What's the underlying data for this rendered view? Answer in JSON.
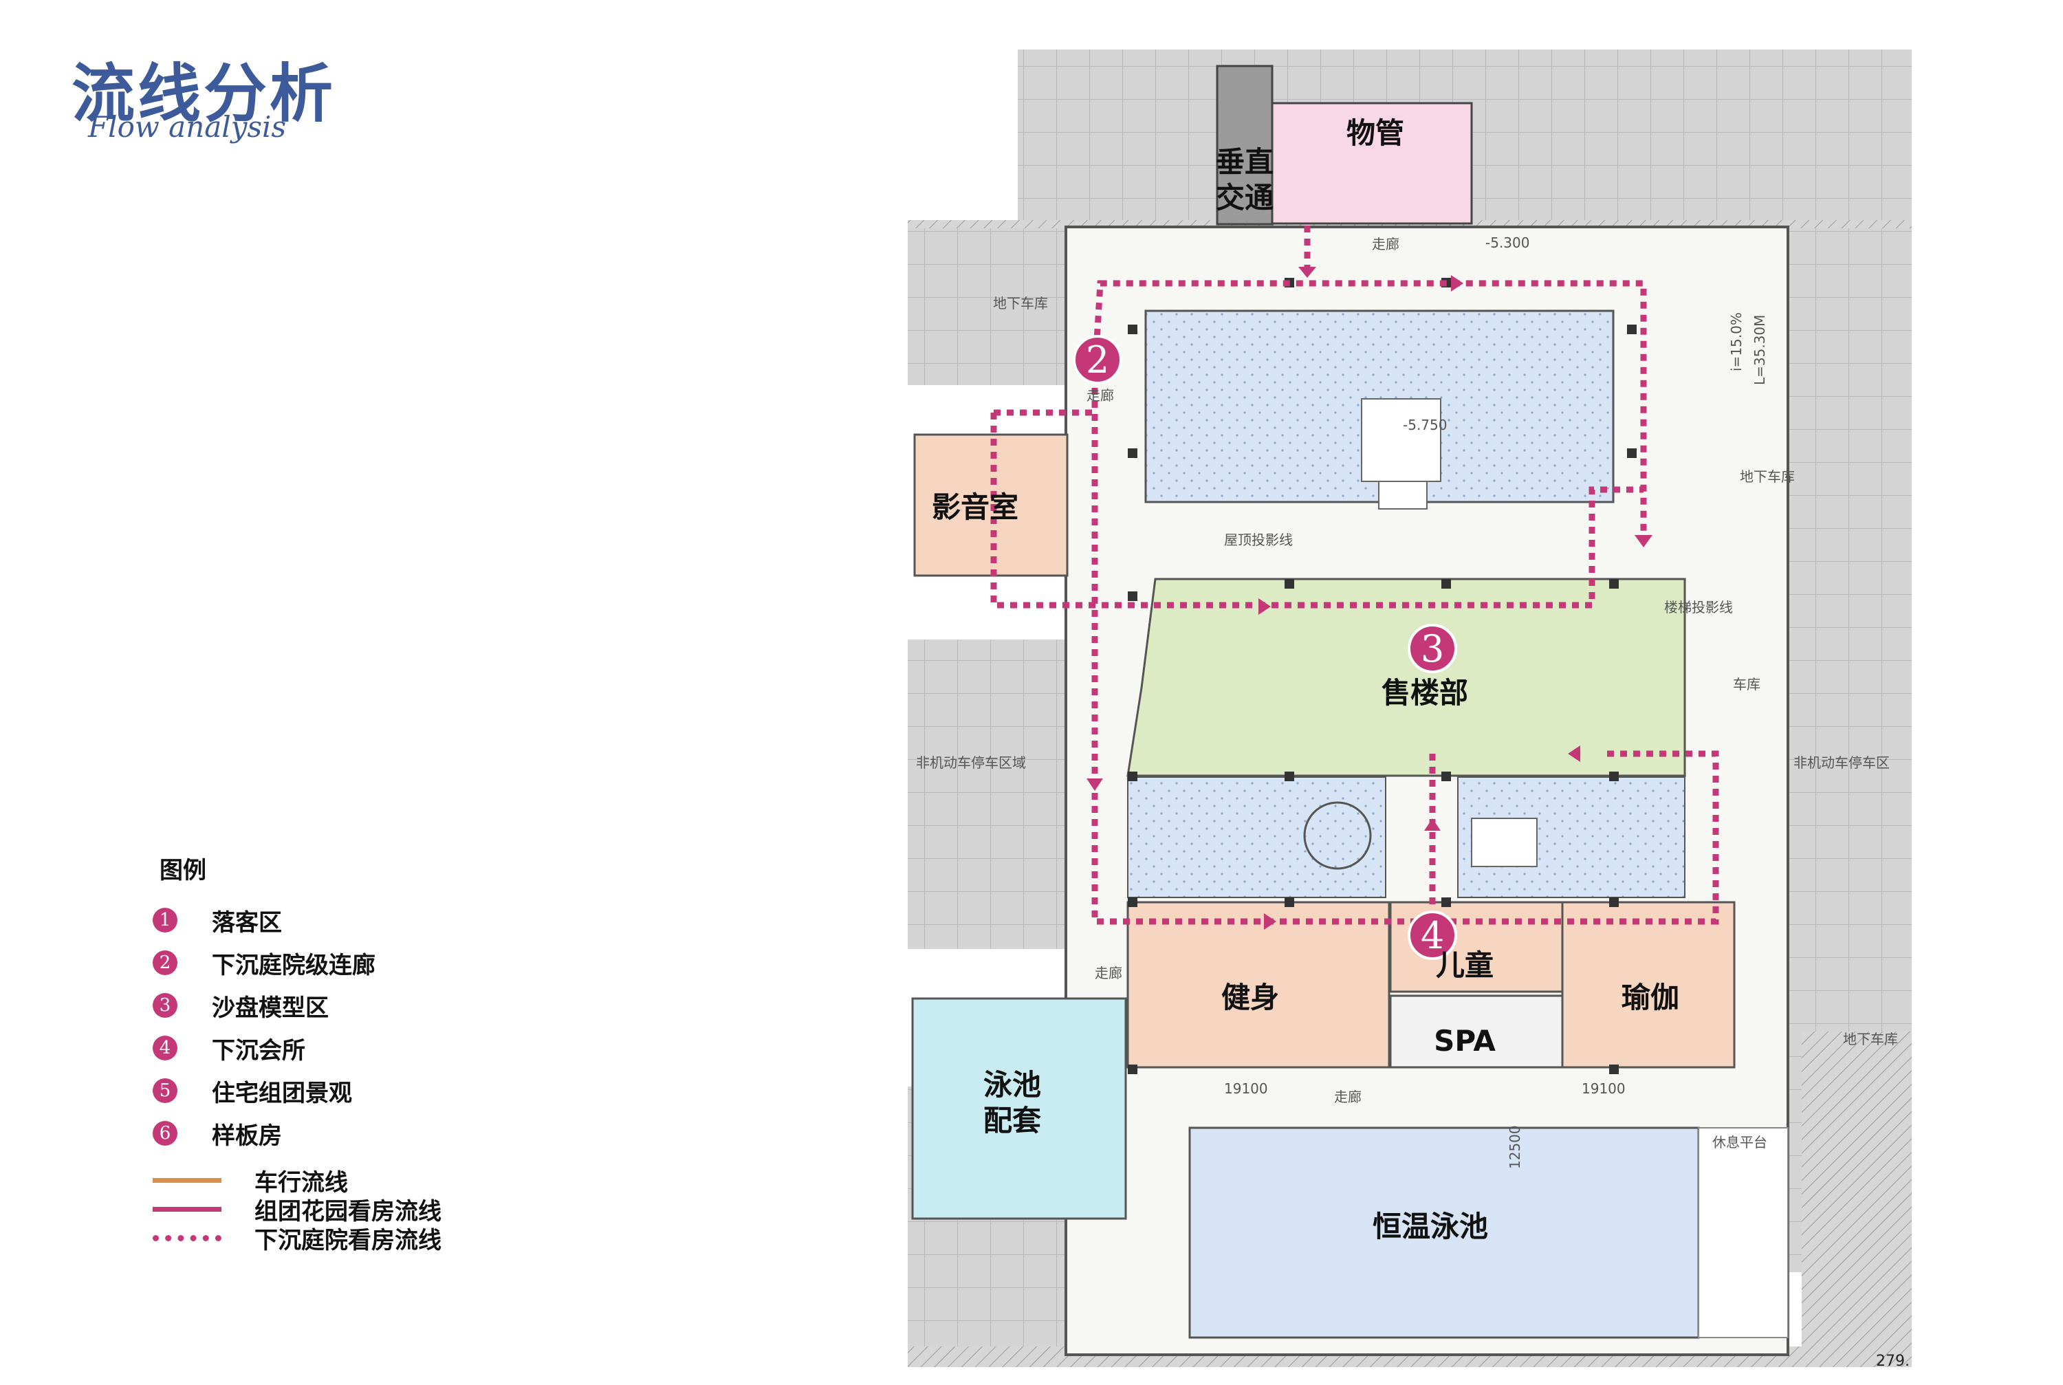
{
  "header": {
    "title": "流线分析",
    "subtitle": "Flow analysis"
  },
  "legend": {
    "title": "图例",
    "items": [
      {
        "num": "1",
        "label": "落客区"
      },
      {
        "num": "2",
        "label": "下沉庭院级连廊"
      },
      {
        "num": "3",
        "label": "沙盘模型区"
      },
      {
        "num": "4",
        "label": "下沉会所"
      },
      {
        "num": "5",
        "label": "住宅组团景观"
      },
      {
        "num": "6",
        "label": "样板房"
      }
    ],
    "lines": [
      {
        "label": "车行流线",
        "color": "#d99149",
        "style": "solid"
      },
      {
        "label": "组团花园看房流线",
        "color": "#c53878",
        "style": "solid"
      },
      {
        "label": "下沉庭院看房流线",
        "color": "#c53878",
        "style": "dotted"
      }
    ]
  },
  "plan": {
    "rooms": {
      "property": "物管",
      "vertical_1": "垂直",
      "vertical_2": "交通",
      "cinema": "影音室",
      "sales": "售楼部",
      "gym": "健身",
      "kids": "儿童",
      "yoga": "瑜伽",
      "spa": "SPA",
      "pool_support_1": "泳池",
      "pool_support_2": "配套",
      "heated_pool": "恒温泳池"
    },
    "small_labels": {
      "corridor_top": "走廊",
      "corridor_left": "走廊",
      "corridor_pool": "走廊",
      "corridor_bottom": "走廊",
      "elev_top": "-5.300",
      "elev_pool": "-5.750",
      "garage_left": "地下车库",
      "garage_right": "地下车库",
      "garage_bottom_right": "地下车库",
      "garage_side": "车库",
      "slope_1": "i=15.0%",
      "slope_2": "L=35.30M",
      "roof_line": "屋顶投影线",
      "stair_line": "楼梯投影线",
      "bike_left": "非机动车停车区域",
      "bike_right": "非机动车停车区",
      "dim_1": "19100",
      "dim_2": "19100",
      "dim_3": "12500",
      "rest_deck": "休息平台",
      "corner_num": "279."
    },
    "markers": [
      {
        "num": "2"
      },
      {
        "num": "3"
      },
      {
        "num": "4"
      }
    ]
  },
  "colors": {
    "accent": "#c53878",
    "title": "#3d5a9a",
    "water": "#d6e4f5",
    "sales": "#dcebc4",
    "club": "#f6d5c1",
    "property": "#f9d8e6",
    "pool_support": "#c9ecf3",
    "garage": "#cfcfcf"
  }
}
